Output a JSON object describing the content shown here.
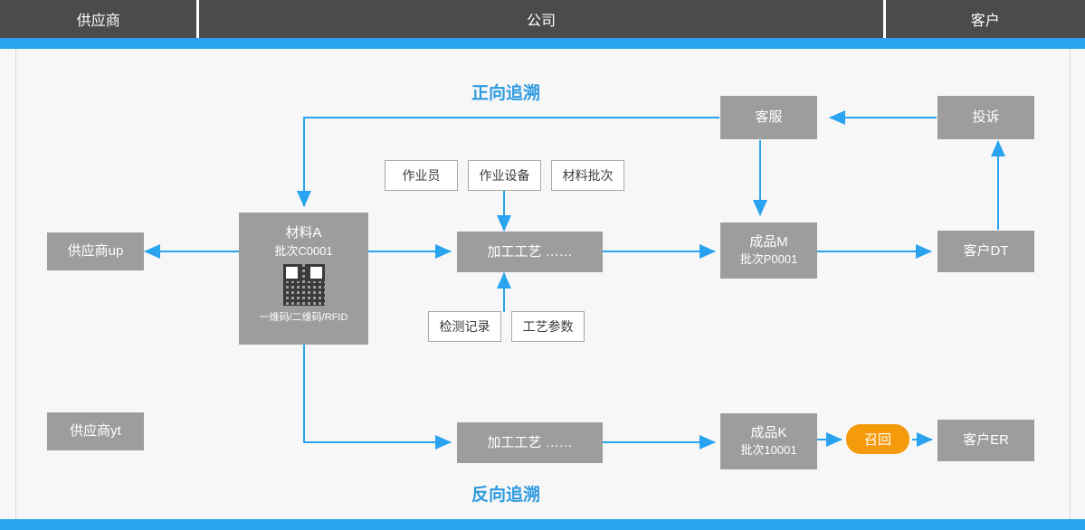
{
  "header": {
    "columns": [
      {
        "label": "供应商"
      },
      {
        "label": "公司"
      },
      {
        "label": "客户"
      }
    ]
  },
  "labels": {
    "forward_trace": "正向追溯",
    "reverse_trace": "反向追溯"
  },
  "colors": {
    "accent_blue": "#29a3f0",
    "title_blue": "#2f9be0",
    "header_gray": "#4b4b4b",
    "box_gray": "#9d9d9d",
    "recall_orange": "#f59a0b",
    "canvas": "#f7f7f7"
  },
  "nodes": {
    "supplier_up": {
      "title": "供应商up"
    },
    "supplier_yt": {
      "title": "供应商yt"
    },
    "material_a": {
      "title": "材料A",
      "sub": "批次C0001",
      "code_caption": "一维码/二维码/RFID"
    },
    "process_top": {
      "title": "加工工艺  ……"
    },
    "process_bottom": {
      "title": "加工工艺  ……"
    },
    "product_m": {
      "title": "成品M",
      "sub": "批次P0001"
    },
    "product_k": {
      "title": "成品K",
      "sub": "批次10001"
    },
    "customer_service": {
      "title": "客服"
    },
    "complaint": {
      "title": "投诉"
    },
    "customer_dt": {
      "title": "客户DT"
    },
    "customer_er": {
      "title": "客户ER"
    },
    "recall": {
      "title": "召回"
    }
  },
  "attributes": {
    "operator": "作业员",
    "equipment": "作业设备",
    "material_batch": "材料批次",
    "inspection_record": "检测记录",
    "process_parameter": "工艺参数"
  }
}
